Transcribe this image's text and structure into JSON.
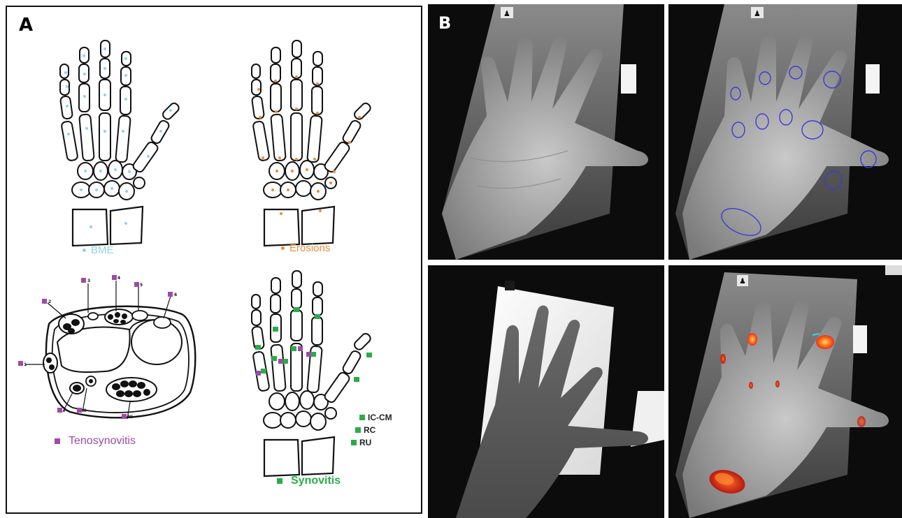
{
  "panel_a": {
    "label": "A",
    "legends": {
      "bme": {
        "text": "BME",
        "color": "#8fd3ea"
      },
      "erosions": {
        "text": "Erosions",
        "color": "#f08a3c"
      },
      "tenosynovitis": {
        "text": "Tenosynovitis",
        "color": "#a04aa8"
      },
      "synovitis": {
        "text": "Synovitis",
        "color": "#2bab4a"
      }
    },
    "tendon_compartments": [
      "1",
      "2",
      "3",
      "4",
      "5",
      "6",
      "I",
      "II",
      "III"
    ],
    "joint_labels": {
      "ic_cm": "IC-CM",
      "rc": "RC",
      "ru": "RU"
    }
  },
  "panel_b": {
    "label": "B",
    "overlay_colors": {
      "roi_ellipse": "#3b3bd6",
      "heat_hot": "#ff4a1a",
      "heat_peak": "#ffe05a",
      "heat_cool": "#35d6e0"
    }
  }
}
